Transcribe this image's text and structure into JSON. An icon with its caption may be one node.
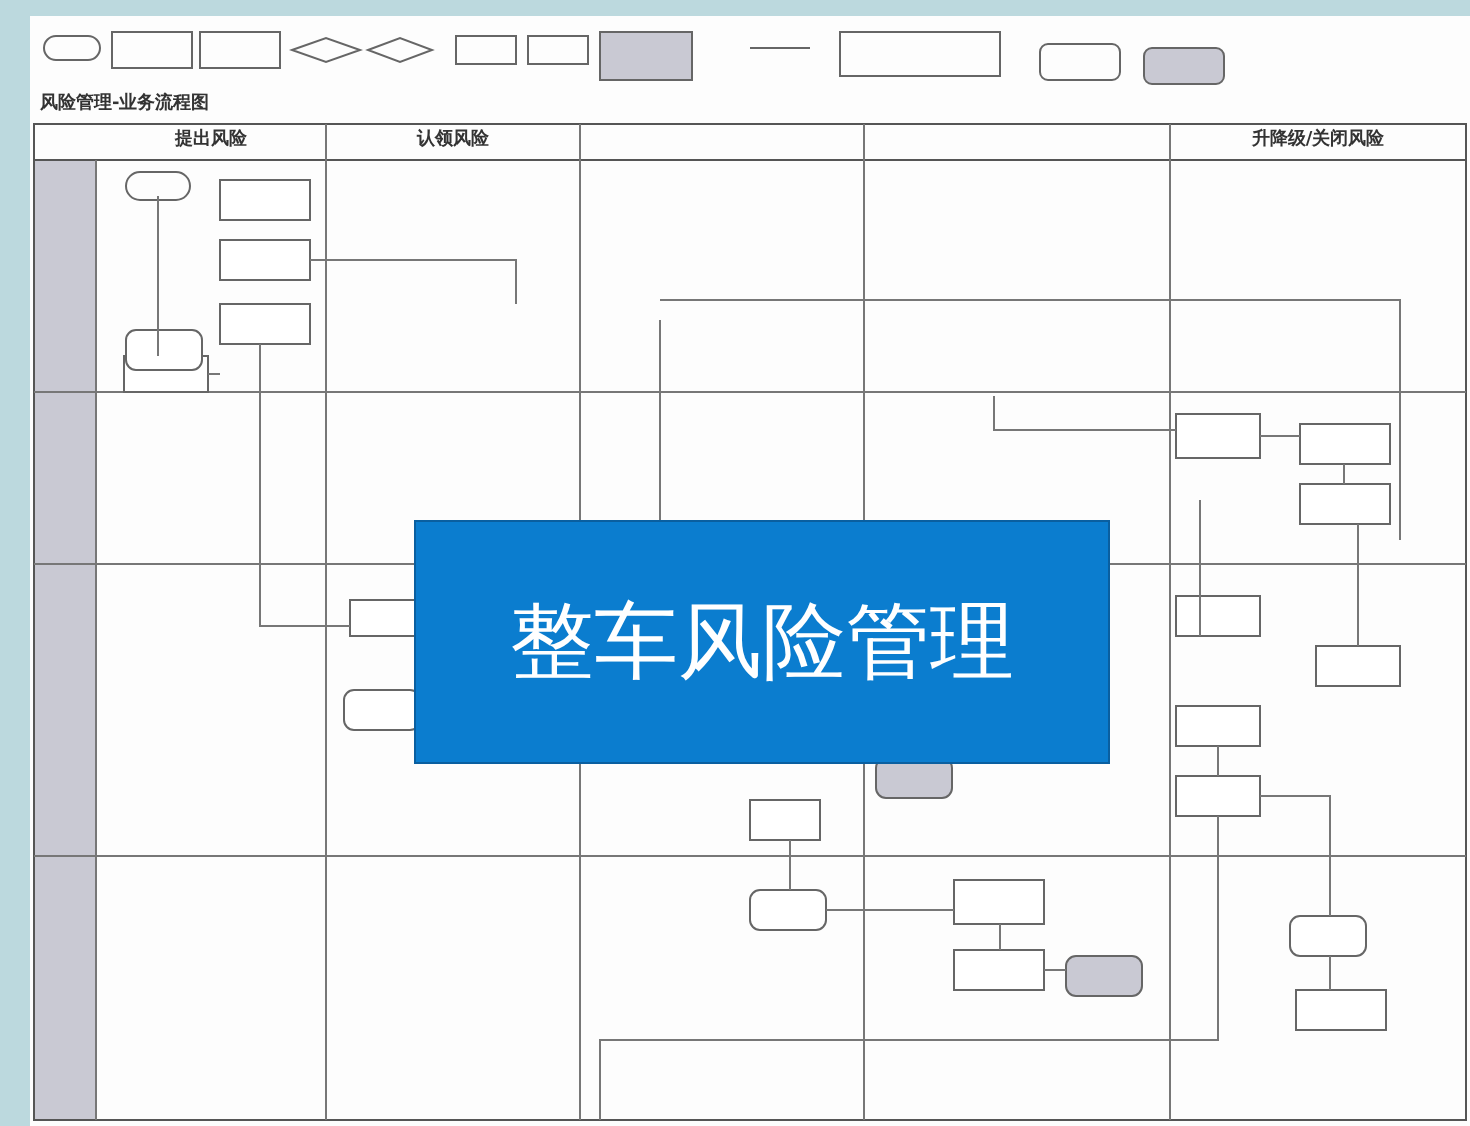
{
  "diagram": {
    "title": "整车风险管理",
    "labels": [
      "风险管理-业务流程图",
      "提出风险",
      "认领风险",
      "升降级/关闭风险"
    ]
  }
}
